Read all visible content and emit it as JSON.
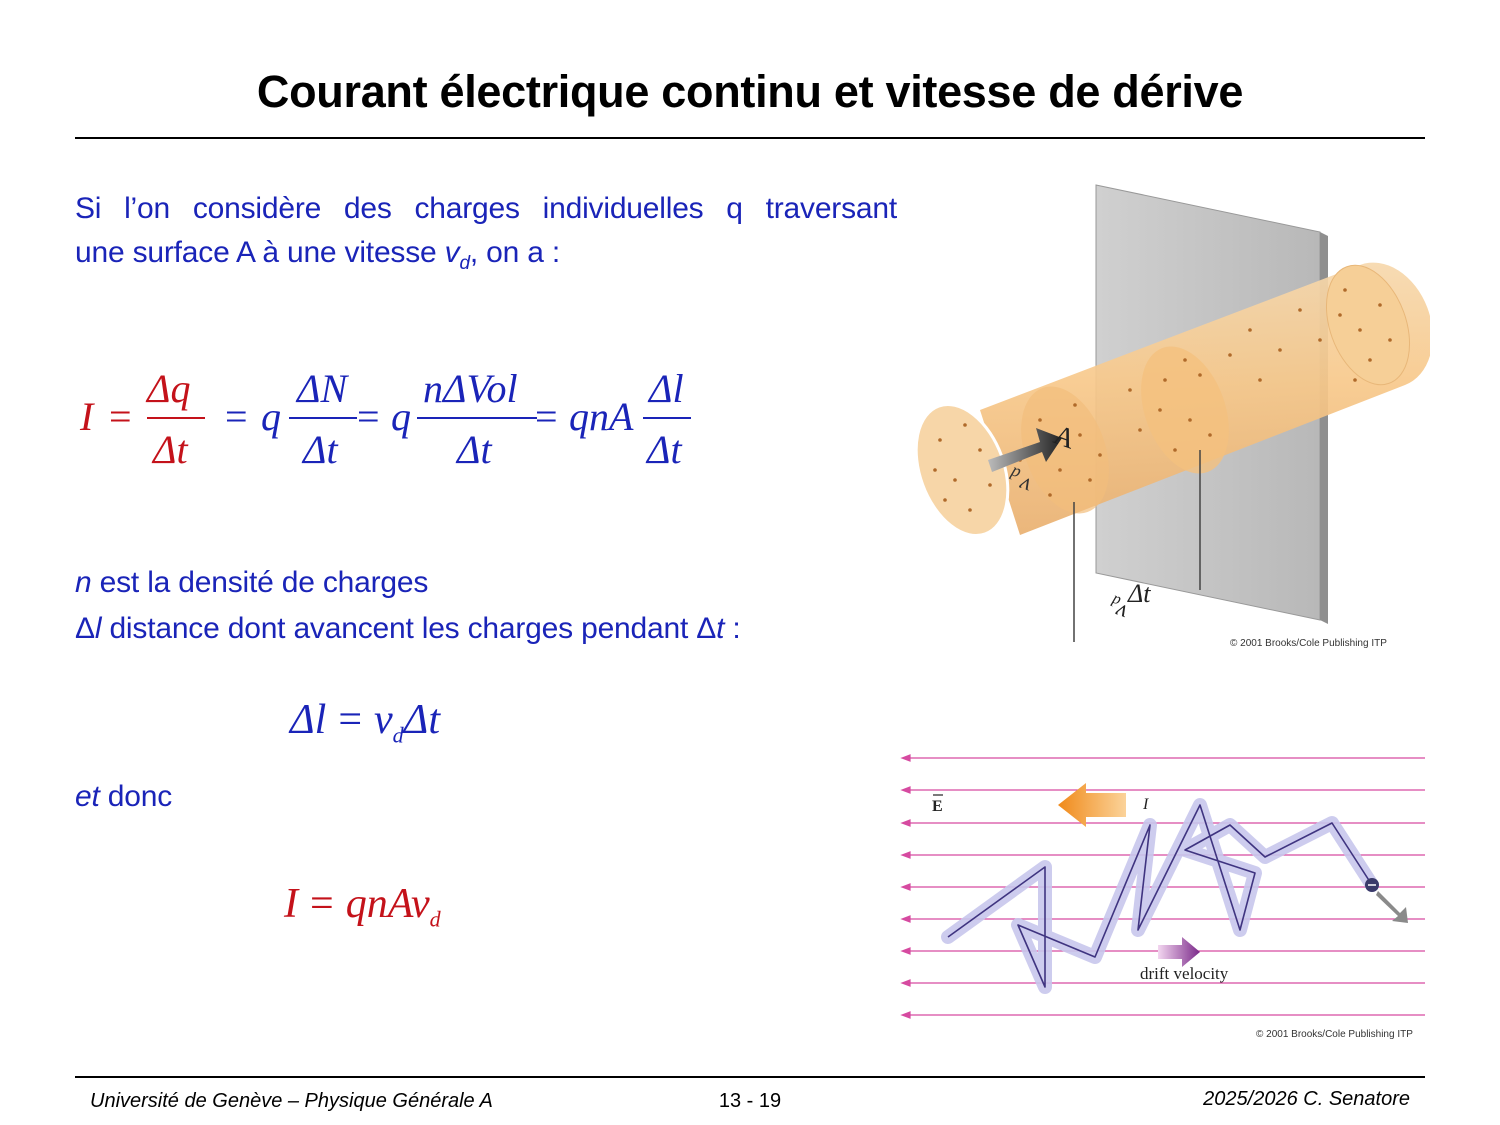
{
  "slide": {
    "title": "Courant électrique continu et vitesse de dérive"
  },
  "intro": {
    "line1": "Si  l’on  considère  des  charges  individuelles  q  traversant",
    "line2_prefix": "une surface A à une vitesse ",
    "line2_var": "v",
    "line2_sub": "d",
    "line2_suffix": ", on a :"
  },
  "eq1": {
    "I": "I",
    "eq": "=",
    "dq": "Δq",
    "dt": "Δt",
    "q1": "q",
    "dN": "ΔN",
    "q2": "q",
    "nDVol": "nΔVol",
    "qnA": "qnA",
    "dl": "Δl"
  },
  "definitions": {
    "n_var": "n",
    "n_text": " est la densité de charges",
    "dl_delta": "Δ",
    "dl_var": "l",
    "dl_text": " distance dont avancent les charges pendant ",
    "dt_delta": "Δ",
    "dt_var": "t",
    "dt_suffix": " :"
  },
  "eq2": {
    "lhs": "Δl",
    "eq": "=",
    "v": "v",
    "sub": "d",
    "dt": "Δt"
  },
  "etdonc": {
    "et": "et",
    "donc": " donc"
  },
  "eq3": {
    "lhs": "I",
    "eq": "=",
    "rhs": "qnAv",
    "sub": "d"
  },
  "figure1": {
    "label_A": "A",
    "label_vd_v": "v",
    "label_vd_d": "d",
    "label_vddt": "v",
    "label_vddt_d": "d",
    "label_vddt_t": "Δt",
    "copyright": "© 2001 Brooks/Cole Publishing ITP"
  },
  "figure2": {
    "label_E": "E",
    "label_I": "I",
    "label_drift": "drift velocity",
    "copyright": "© 2001 Brooks/Cole Publishing ITP"
  },
  "footer": {
    "left": "Université de Genève – Physique Générale A",
    "center": "13 - 19",
    "right": "2025/2026  C. Senatore"
  },
  "colors": {
    "text_blue": "#1a24b8",
    "text_red": "#c4121a",
    "cylinder": "#f5c98e",
    "field_lines": "#d64aa0"
  }
}
